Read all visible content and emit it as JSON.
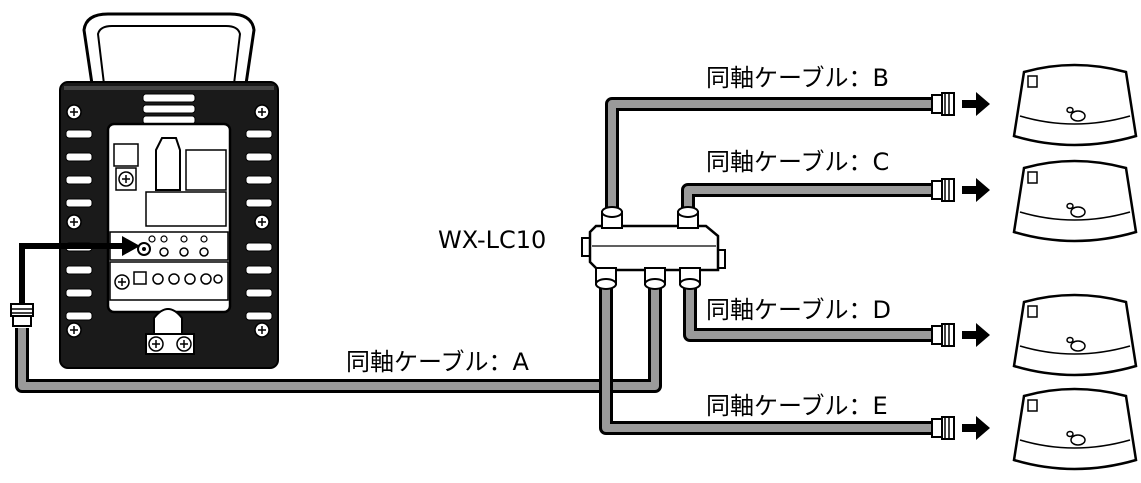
{
  "splitter": {
    "label": "WX-LC10"
  },
  "cables": [
    {
      "id": "A",
      "label": "同軸ケーブル：A"
    },
    {
      "id": "B",
      "label": "同軸ケーブル：B"
    },
    {
      "id": "C",
      "label": "同軸ケーブル：C"
    },
    {
      "id": "D",
      "label": "同軸ケーブル：D"
    },
    {
      "id": "E",
      "label": "同軸ケーブル：E"
    }
  ],
  "colors": {
    "line": "#000000",
    "cable_fill": "#9a9a9a",
    "device_body": "#1a1a1a",
    "panel": "#ffffff"
  }
}
